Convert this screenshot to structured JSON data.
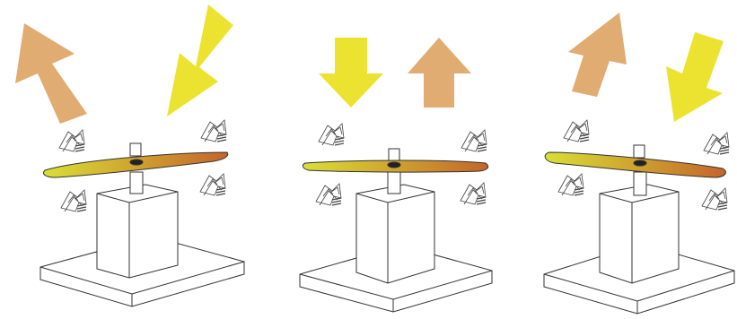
{
  "colors": {
    "background": "#ffffff",
    "outline": "#333333",
    "arrow_yellow": "#ece330",
    "arrow_tan": "#e0ac72",
    "blade_yellow": "#d9df35",
    "blade_orange": "#c4652a",
    "structure_fill": "#ffffff"
  },
  "panels": [
    {
      "name": "tilted-left",
      "icons": [
        "incoming-sunlight-arrow-icon",
        "reflected-light-arrow-icon",
        "small-arrow-cluster-icon"
      ]
    },
    {
      "name": "horizontal",
      "icons": [
        "incoming-sunlight-arrow-icon",
        "reflected-light-arrow-icon",
        "small-arrow-cluster-icon"
      ]
    },
    {
      "name": "tilted-right",
      "icons": [
        "incoming-sunlight-arrow-icon",
        "reflected-light-arrow-icon",
        "small-arrow-cluster-icon"
      ]
    }
  ]
}
